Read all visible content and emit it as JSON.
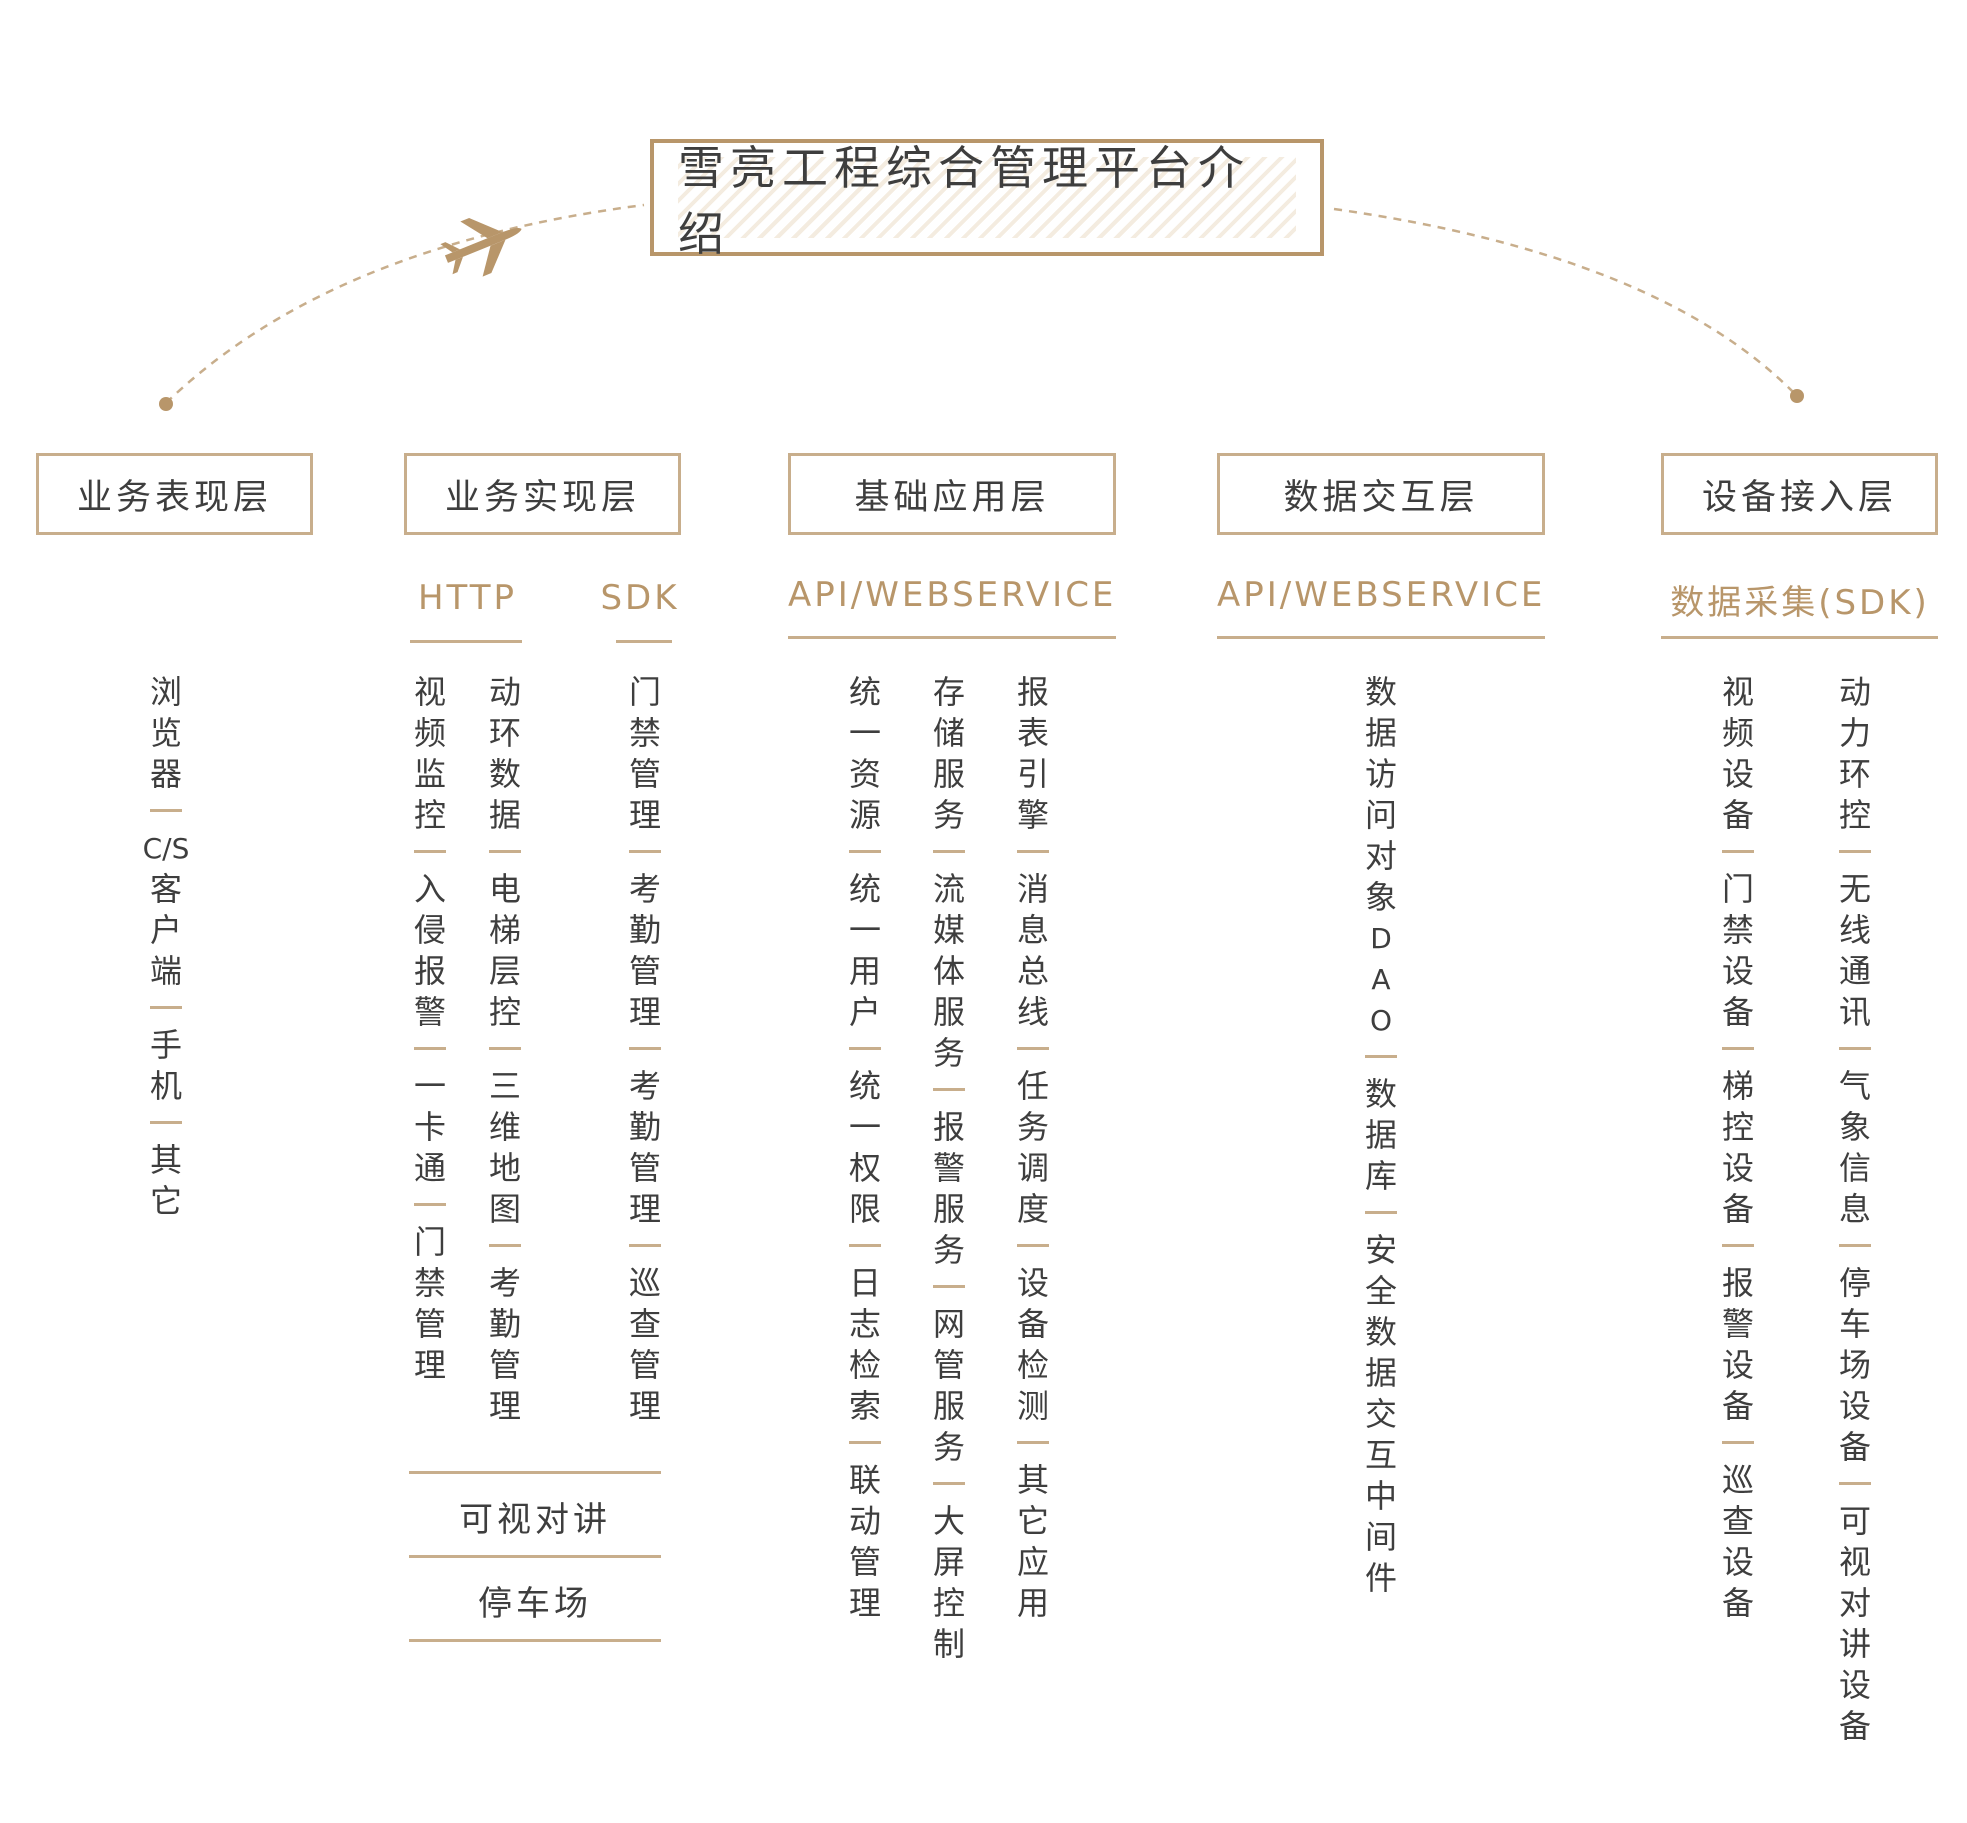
{
  "title": "雪亮工程综合管理平台介绍",
  "colors": {
    "accent": "#b8966a",
    "line": "#c8ae8c",
    "text": "#3e3e3e"
  },
  "icons": {
    "plane": "airplane-icon"
  },
  "layers": [
    {
      "label": "业务表现层"
    },
    {
      "label": "业务实现层"
    },
    {
      "label": "基础应用层"
    },
    {
      "label": "数据交互层"
    },
    {
      "label": "设备接入层"
    }
  ],
  "subheaders": {
    "http": "HTTP",
    "sdk": "SDK",
    "api1": "API/WEBSERVICE",
    "api2": "API/WEBSERVICE",
    "collect": "数据采集(SDK)"
  },
  "columns": {
    "presentation": [
      "浏览器",
      "C/S客户端",
      "手机",
      "其它"
    ],
    "http_a": [
      "视频监控",
      "入侵报警",
      "一卡通",
      "门禁管理"
    ],
    "http_b": [
      "动环数据",
      "电梯层控",
      "三维地图",
      "考勤管理"
    ],
    "sdk": [
      "门禁管理",
      "考勤管理",
      "考勤管理",
      "巡查管理"
    ],
    "base_a": [
      "统一资源",
      "统一用户",
      "统一权限",
      "日志检索",
      "联动管理"
    ],
    "base_b": [
      "存储服务",
      "流媒体服务",
      "报警服务",
      "网管服务",
      "大屏控制"
    ],
    "base_c": [
      "报表引擎",
      "消息总线",
      "任务调度",
      "设备检测",
      "其它应用"
    ],
    "data": [
      "数据访问对象DAO",
      "数据库",
      "安全数据交互中间件"
    ],
    "device_a": [
      "视频设备",
      "门禁设备",
      "梯控设备",
      "报警设备",
      "巡查设备"
    ],
    "device_b": [
      "动力环控",
      "无线通讯",
      "气象信息",
      "停车场设备",
      "可视对讲设备"
    ]
  },
  "rows": {
    "intercom": "可视对讲",
    "parking": "停车场"
  }
}
